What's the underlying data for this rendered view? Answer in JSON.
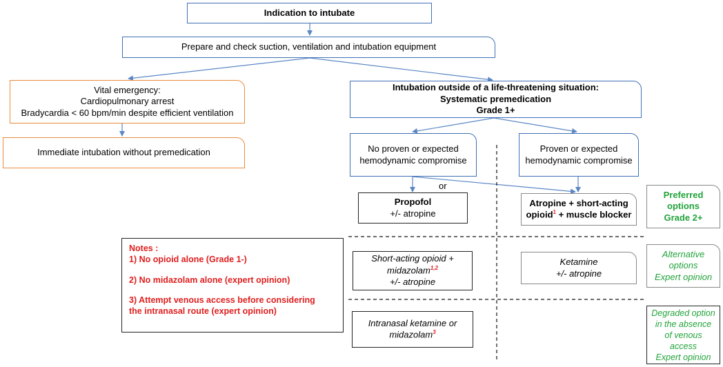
{
  "top": {
    "indication": "Indication to intubate",
    "prepare": "Prepare and check suction, ventilation and intubation equipment"
  },
  "left": {
    "vital_title": "Vital emergency:",
    "vital_line2": "Cardiopulmonary arrest",
    "vital_line3": "Bradycardia < 60 bpm/min despite efficient ventilation",
    "immediate": "Immediate intubation without premedication"
  },
  "right": {
    "outside_line1": "Intubation outside of a life-threatening situation:",
    "outside_line2": "Systematic premedication",
    "outside_line3": "Grade 1+",
    "no_compromise_line1": "No proven or expected",
    "no_compromise_line2": "hemodynamic compromise",
    "compromise_line1": "Proven or expected",
    "compromise_line2": "hemodynamic compromise",
    "or": "or"
  },
  "preferred": {
    "propofol_title": "Propofol",
    "propofol_sub": "+/- atropine",
    "atropine_line1": "Atropine + short-acting",
    "atropine_line2a": "opioid",
    "atropine_sup": "1",
    "atropine_line2b": " + muscle blocker",
    "label_line1": "Preferred",
    "label_line2": "options",
    "label_line3": "Grade 2+"
  },
  "alternative": {
    "opioid_line1": "Short-acting opioid +",
    "opioid_line2a": "midazolam",
    "opioid_sup": "1,2",
    "opioid_line3": "+/- atropine",
    "ketamine_line1": "Ketamine",
    "ketamine_line2": "+/- atropine",
    "label_line1": "Alternative",
    "label_line2": "options",
    "label_line3": "Expert opinion"
  },
  "degraded": {
    "intranasal_line1": "Intranasal ketamine or",
    "intranasal_line2a": "midazolam",
    "intranasal_sup": "3",
    "label_line1": "Degraded option",
    "label_line2": "in the absence",
    "label_line3": "of venous",
    "label_line4": "access",
    "label_line5": "Expert opinion"
  },
  "notes": {
    "title": "Notes :",
    "note1": "1)   No opioid alone (Grade 1-)",
    "note2": "2) No midazolam alone (expert opinion)",
    "note3_line1": "3) Attempt venous access before considering",
    "note3_line2": "the intranasal route (expert opinion)"
  },
  "colors": {
    "box_border_blue": "#3f6fb5",
    "arrow_blue": "#5b86c5",
    "orange": "#e98a3c",
    "red": "#e01e1e",
    "green": "#21a33a"
  }
}
